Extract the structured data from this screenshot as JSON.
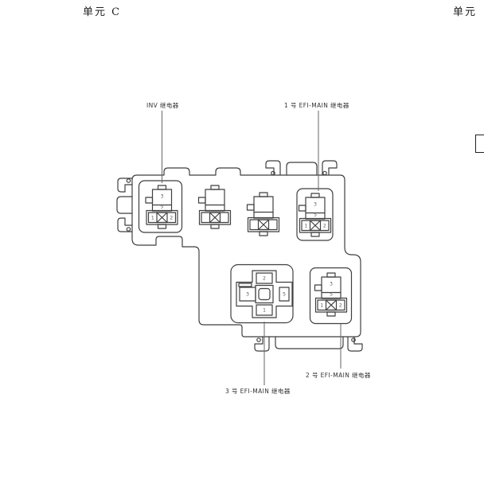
{
  "header": {
    "left_title": "单元 C",
    "right_title": "单元"
  },
  "labels": {
    "inv_relay": "INV 继电器",
    "efi_main_1": "1 号 EFI-MAIN 继电器",
    "efi_main_2": "2 号 EFI-MAIN 继电器",
    "efi_main_3": "3 号 EFI-MAIN 继电器"
  },
  "relays": {
    "inv": {
      "pin3": "3",
      "pin5": "5",
      "pin1": "1",
      "pin2": "2"
    },
    "efi_main_1": {
      "pin3": "3",
      "pin5": "5",
      "pin1": "1",
      "pin2": "2"
    },
    "efi_main_2": {
      "pin3": "3",
      "pin5": "5",
      "pin1": "1",
      "pin2": "2"
    },
    "efi_main_3": {
      "pin2": "2",
      "pin3": "3",
      "pin5": "5",
      "pin1": "1"
    }
  },
  "colors": {
    "outline": "#3f3f3f",
    "leader": "#666666",
    "text": "#333333",
    "background": "#ffffff"
  }
}
